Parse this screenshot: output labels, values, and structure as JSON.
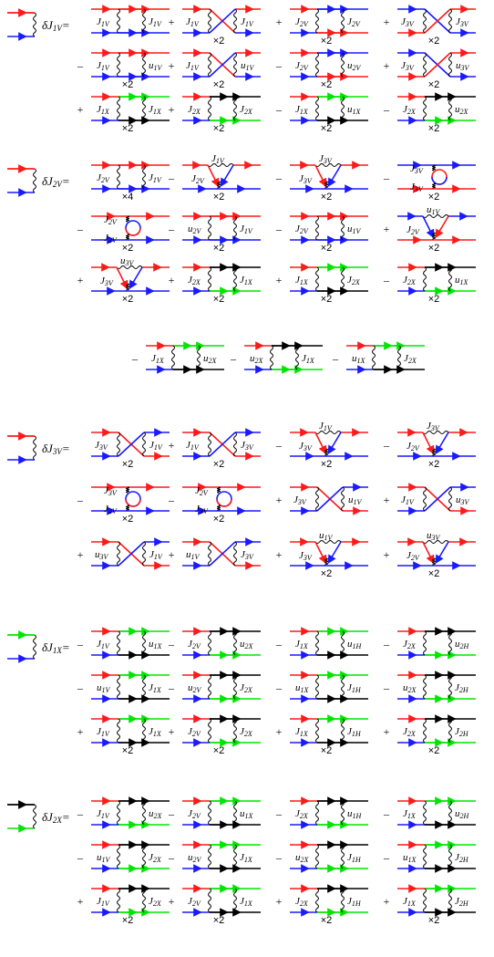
{
  "colors": {
    "red": "#ff1a1a",
    "blue": "#1a1aff",
    "green": "#00e600",
    "black": "#000000"
  },
  "equations": [
    {
      "name": "J1V",
      "lhs": "δJ1V =",
      "lhs_colors": [
        "red",
        "blue"
      ],
      "rows": [
        [
          {
            "op": "",
            "t": "box",
            "c": [
              "red",
              "red",
              "blue",
              "blue"
            ],
            "l": "J1V",
            "r": "J1V"
          },
          {
            "op": "+",
            "t": "cross",
            "c": [
              "red",
              "red",
              "blue",
              "blue"
            ],
            "l": "J1V",
            "r": "J1V",
            "m": "×2"
          },
          {
            "op": "+",
            "t": "box",
            "c": [
              "red",
              "blue",
              "blue",
              "red"
            ],
            "l": "J2V",
            "r": "J2V",
            "m": "×2"
          },
          {
            "op": "+",
            "t": "cross",
            "c": [
              "blue",
              "red",
              "red",
              "blue"
            ],
            "l": "J3V",
            "r": "J3V",
            "m": "×2"
          }
        ],
        [
          {
            "op": "–",
            "t": "box",
            "c": [
              "red",
              "red",
              "blue",
              "blue"
            ],
            "l": "J1V",
            "r": "u1V",
            "m": "×2"
          },
          {
            "op": "+",
            "t": "cross",
            "c": [
              "red",
              "red",
              "blue",
              "blue"
            ],
            "l": "J1V",
            "r": "u1V",
            "m": "×2"
          },
          {
            "op": "–",
            "t": "box",
            "c": [
              "red",
              "blue",
              "blue",
              "red"
            ],
            "l": "J2V",
            "r": "u2V",
            "m": "×2"
          },
          {
            "op": "+",
            "t": "cross",
            "c": [
              "blue",
              "red",
              "red",
              "blue"
            ],
            "l": "J3V",
            "r": "u3V",
            "m": "×2"
          }
        ],
        [
          {
            "op": "+",
            "t": "box",
            "c": [
              "red",
              "green",
              "blue",
              "black"
            ],
            "l": "J1X",
            "r": "J1X",
            "m": "×2"
          },
          {
            "op": "+",
            "t": "box",
            "c": [
              "red",
              "black",
              "blue",
              "green"
            ],
            "l": "J2X",
            "r": "J2X",
            "m": "×2"
          },
          {
            "op": "–",
            "t": "box",
            "c": [
              "red",
              "green",
              "blue",
              "black"
            ],
            "l": "J1X",
            "r": "u1X",
            "m": "×2"
          },
          {
            "op": "–",
            "t": "box",
            "c": [
              "red",
              "black",
              "blue",
              "green"
            ],
            "l": "J2X",
            "r": "u2X",
            "m": "×2"
          }
        ]
      ]
    },
    {
      "name": "J2V",
      "lhs": "δJ2V =",
      "lhs_colors": [
        "red",
        "blue"
      ],
      "rows": [
        [
          {
            "op": "",
            "t": "box",
            "c": [
              "red",
              "red",
              "blue",
              "blue"
            ],
            "l": "J2V",
            "r": "J1V",
            "m": "×4"
          },
          {
            "op": "–",
            "t": "tri",
            "c": [
              "red",
              "red",
              "blue",
              "blue"
            ],
            "l": "J2V",
            "r": "J1V",
            "m": "×2"
          },
          {
            "op": "–",
            "t": "tri",
            "c": [
              "red",
              "red",
              "blue",
              "blue"
            ],
            "l": "J3V",
            "r": "J3V",
            "m": "×2"
          },
          {
            "op": "–",
            "t": "loop",
            "c": [
              "blue",
              "blue",
              "red",
              "red"
            ],
            "l": "J3V",
            "r": "J3V",
            "m": "×2"
          }
        ],
        [
          {
            "op": "–",
            "t": "loop",
            "c": [
              "red",
              "red",
              "blue",
              "blue"
            ],
            "l": "J2V",
            "r": "J2V",
            "m": "×2"
          },
          {
            "op": "–",
            "t": "box",
            "c": [
              "red",
              "red",
              "blue",
              "blue"
            ],
            "l": "u2V",
            "r": "J1V",
            "m": "×2"
          },
          {
            "op": "–",
            "t": "box",
            "c": [
              "red",
              "red",
              "blue",
              "blue"
            ],
            "l": "J2V",
            "r": "u1V",
            "m": "×2"
          },
          {
            "op": "+",
            "t": "tri",
            "c": [
              "blue",
              "blue",
              "red",
              "red"
            ],
            "l": "J2V",
            "r": "u1V",
            "m": "×2"
          }
        ],
        [
          {
            "op": "+",
            "t": "tri",
            "c": [
              "red",
              "red",
              "blue",
              "blue"
            ],
            "l": "J3V",
            "r": "u3V",
            "m": "×2"
          },
          {
            "op": "+",
            "t": "box",
            "c": [
              "red",
              "black",
              "blue",
              "green"
            ],
            "l": "J2X",
            "r": "J1X",
            "m": "×2"
          },
          {
            "op": "+",
            "t": "box",
            "c": [
              "red",
              "green",
              "blue",
              "black"
            ],
            "l": "J1X",
            "r": "J2X",
            "m": "×2"
          },
          {
            "op": "–",
            "t": "box",
            "c": [
              "red",
              "black",
              "blue",
              "green"
            ],
            "l": "J2X",
            "r": "u1X",
            "m": "×2"
          }
        ],
        [
          {
            "op": "–",
            "t": "box",
            "c": [
              "red",
              "green",
              "blue",
              "black"
            ],
            "l": "J1X",
            "r": "u2X"
          },
          {
            "op": "–",
            "t": "box",
            "c": [
              "red",
              "black",
              "blue",
              "green"
            ],
            "l": "u2X",
            "r": "J1X"
          },
          {
            "op": "–",
            "t": "box",
            "c": [
              "red",
              "green",
              "blue",
              "black"
            ],
            "l": "u1X",
            "r": "J2X"
          }
        ]
      ]
    },
    {
      "name": "J3V",
      "lhs": "δJ3V =",
      "lhs_colors": [
        "red",
        "blue"
      ],
      "rows": [
        [
          {
            "op": "",
            "t": "cross",
            "c": [
              "red",
              "blue",
              "blue",
              "red"
            ],
            "l": "J3V",
            "r": "J1V",
            "m": "×2"
          },
          {
            "op": "+",
            "t": "cross",
            "c": [
              "red",
              "blue",
              "blue",
              "red"
            ],
            "l": "J1V",
            "r": "J3V",
            "m": "×2"
          },
          {
            "op": "–",
            "t": "tri",
            "c": [
              "red",
              "red",
              "blue",
              "blue"
            ],
            "l": "J3V",
            "r": "J1V",
            "m": "×2"
          },
          {
            "op": "–",
            "t": "tri",
            "c": [
              "red",
              "red",
              "blue",
              "blue"
            ],
            "l": "J2V",
            "r": "J3V",
            "m": "×2"
          }
        ],
        [
          {
            "op": "–",
            "t": "loop",
            "c": [
              "red",
              "red",
              "blue",
              "blue"
            ],
            "l": "J3V",
            "r": "J2V",
            "m": "×2"
          },
          {
            "op": "–",
            "t": "loop",
            "c": [
              "red",
              "red",
              "blue",
              "blue"
            ],
            "l": "J2V",
            "r": "J3V",
            "m": "×2"
          },
          {
            "op": "+",
            "t": "cross",
            "c": [
              "red",
              "blue",
              "blue",
              "red"
            ],
            "l": "J3V",
            "r": "u1V"
          },
          {
            "op": "+",
            "t": "cross",
            "c": [
              "red",
              "blue",
              "blue",
              "red"
            ],
            "l": "J1V",
            "r": "u3V"
          }
        ],
        [
          {
            "op": "+",
            "t": "cross",
            "c": [
              "red",
              "blue",
              "blue",
              "red"
            ],
            "l": "u3V",
            "r": "J1V"
          },
          {
            "op": "+",
            "t": "cross",
            "c": [
              "red",
              "blue",
              "blue",
              "red"
            ],
            "l": "u1V",
            "r": "J3V"
          },
          {
            "op": "+",
            "t": "tri",
            "c": [
              "red",
              "red",
              "blue",
              "blue"
            ],
            "l": "J3V",
            "r": "u1V",
            "m": "×2"
          },
          {
            "op": "+",
            "t": "tri",
            "c": [
              "red",
              "red",
              "blue",
              "blue"
            ],
            "l": "J2V",
            "r": "u3V",
            "m": "×2"
          }
        ]
      ]
    },
    {
      "name": "J1X",
      "lhs": "δJ1X =",
      "lhs_colors": [
        "green",
        "blue"
      ],
      "rows": [
        [
          {
            "op": "–",
            "t": "box",
            "c": [
              "red",
              "green",
              "blue",
              "black"
            ],
            "l": "J1V",
            "r": "u1X"
          },
          {
            "op": "–",
            "t": "box",
            "c": [
              "red",
              "black",
              "blue",
              "green"
            ],
            "l": "J2V",
            "r": "u2X"
          },
          {
            "op": "–",
            "t": "box",
            "c": [
              "red",
              "green",
              "blue",
              "black"
            ],
            "l": "J1X",
            "r": "u1H"
          },
          {
            "op": "–",
            "t": "box",
            "c": [
              "red",
              "black",
              "blue",
              "green"
            ],
            "l": "J2X",
            "r": "u2H"
          }
        ],
        [
          {
            "op": "–",
            "t": "box",
            "c": [
              "red",
              "green",
              "blue",
              "black"
            ],
            "l": "u1V",
            "r": "J1X"
          },
          {
            "op": "–",
            "t": "box",
            "c": [
              "red",
              "black",
              "blue",
              "green"
            ],
            "l": "u2V",
            "r": "J2X"
          },
          {
            "op": "–",
            "t": "box",
            "c": [
              "red",
              "green",
              "blue",
              "black"
            ],
            "l": "u1X",
            "r": "J1H"
          },
          {
            "op": "–",
            "t": "box",
            "c": [
              "red",
              "black",
              "blue",
              "green"
            ],
            "l": "u2X",
            "r": "J2H"
          }
        ],
        [
          {
            "op": "+",
            "t": "box",
            "c": [
              "red",
              "green",
              "blue",
              "black"
            ],
            "l": "J1V",
            "r": "J1X",
            "m": "×2"
          },
          {
            "op": "+",
            "t": "box",
            "c": [
              "red",
              "black",
              "blue",
              "green"
            ],
            "l": "J2V",
            "r": "J2X",
            "m": "×2"
          },
          {
            "op": "+",
            "t": "box",
            "c": [
              "red",
              "green",
              "blue",
              "black"
            ],
            "l": "J1X",
            "r": "J1H",
            "m": "×2"
          },
          {
            "op": "+",
            "t": "box",
            "c": [
              "red",
              "black",
              "blue",
              "green"
            ],
            "l": "J2X",
            "r": "J2H",
            "m": "×2"
          }
        ]
      ]
    },
    {
      "name": "J2X",
      "lhs": "δJ2X =",
      "lhs_colors": [
        "black",
        "green"
      ],
      "rows": [
        [
          {
            "op": "–",
            "t": "box",
            "c": [
              "red",
              "black",
              "blue",
              "green"
            ],
            "l": "J1V",
            "r": "u2X"
          },
          {
            "op": "–",
            "t": "box",
            "c": [
              "red",
              "green",
              "blue",
              "black"
            ],
            "l": "J2V",
            "r": "u1X"
          },
          {
            "op": "–",
            "t": "box",
            "c": [
              "red",
              "black",
              "blue",
              "green"
            ],
            "l": "J2X",
            "r": "u1H"
          },
          {
            "op": "–",
            "t": "box",
            "c": [
              "red",
              "green",
              "blue",
              "black"
            ],
            "l": "J1X",
            "r": "u2H"
          }
        ],
        [
          {
            "op": "–",
            "t": "box",
            "c": [
              "red",
              "black",
              "blue",
              "green"
            ],
            "l": "u1V",
            "r": "J2X"
          },
          {
            "op": "–",
            "t": "box",
            "c": [
              "red",
              "green",
              "blue",
              "black"
            ],
            "l": "u2V",
            "r": "J1X"
          },
          {
            "op": "–",
            "t": "box",
            "c": [
              "red",
              "black",
              "blue",
              "green"
            ],
            "l": "u2X",
            "r": "J1H"
          },
          {
            "op": "–",
            "t": "box",
            "c": [
              "red",
              "green",
              "blue",
              "black"
            ],
            "l": "u1X",
            "r": "J2H"
          }
        ],
        [
          {
            "op": "+",
            "t": "box",
            "c": [
              "red",
              "black",
              "blue",
              "green"
            ],
            "l": "J1V",
            "r": "J2X",
            "m": "×2"
          },
          {
            "op": "+",
            "t": "box",
            "c": [
              "red",
              "green",
              "blue",
              "black"
            ],
            "l": "J2V",
            "r": "J1X",
            "m": "×2"
          },
          {
            "op": "+",
            "t": "box",
            "c": [
              "red",
              "black",
              "blue",
              "green"
            ],
            "l": "J2X",
            "r": "J1H",
            "m": "×2"
          },
          {
            "op": "+",
            "t": "box",
            "c": [
              "red",
              "green",
              "blue",
              "black"
            ],
            "l": "J1X",
            "r": "J2H",
            "m": "×2"
          }
        ]
      ]
    }
  ]
}
